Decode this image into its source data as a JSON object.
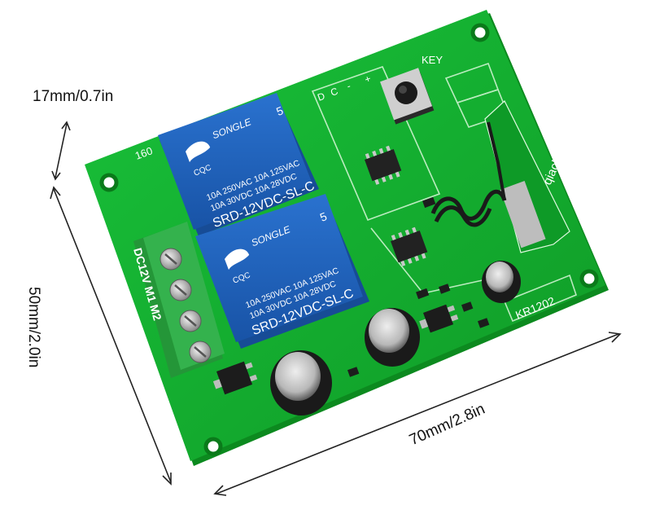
{
  "dimensions": {
    "height": "17mm/0.7in",
    "width": "50mm/2.0in",
    "length": "70mm/2.8in"
  },
  "board": {
    "model": "KR1202",
    "brand": "qiachip",
    "corner_mark": "160",
    "key_label": "KEY",
    "pin_labels": [
      "D",
      "C",
      "-",
      "+"
    ],
    "terminal_label": "DC12V M1 M2"
  },
  "relays": [
    {
      "brand": "SONGLE",
      "rating_line1": "10A 250VAC  10A 125VAC",
      "rating_line2": "10A 30VDC  10A 28VDC",
      "model": "SRD-12VDC-SL-C",
      "pin_count": "5",
      "cert": "CQC"
    },
    {
      "brand": "SONGLE",
      "rating_line1": "10A 250VAC  10A 125VAC",
      "rating_line2": "10A 30VDC  10A 28VDC",
      "model": "SRD-12VDC-SL-C",
      "pin_count": "5",
      "cert": "CQC"
    }
  ],
  "colors": {
    "pcb": "#13b02e",
    "pcb_edge": "#0c8a1f",
    "relay": "#1e60b8",
    "terminal": "#2fa346",
    "capacitor": "#1a1a1a",
    "chip": "#222222"
  }
}
